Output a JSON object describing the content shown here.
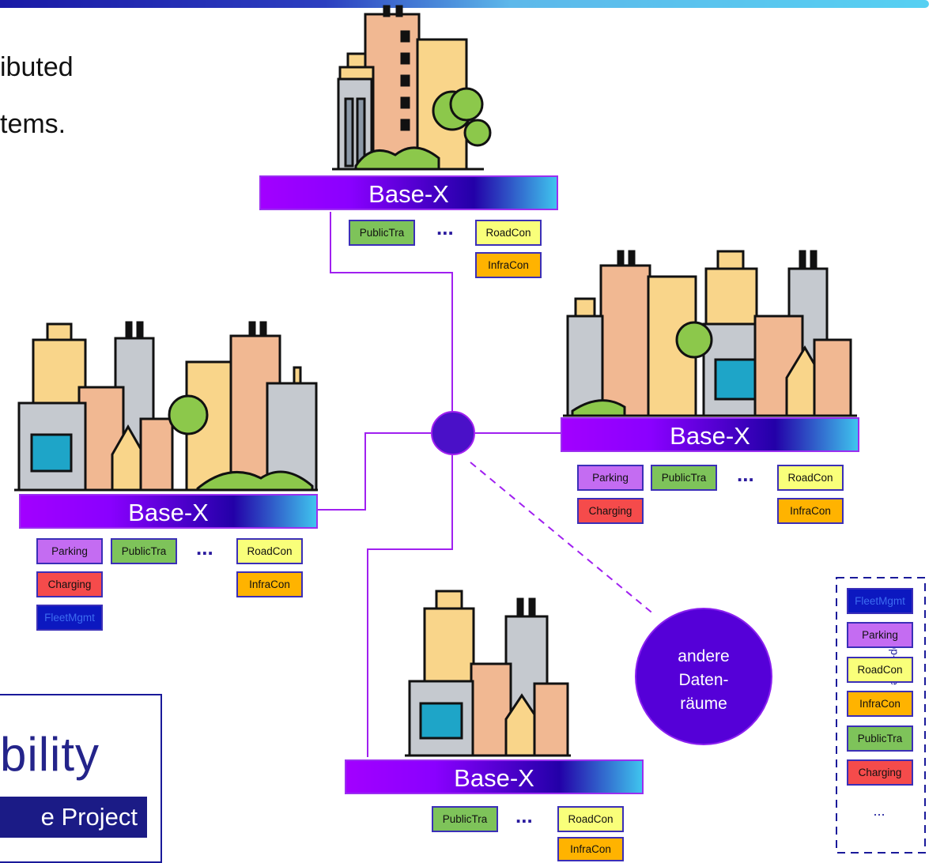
{
  "slide": {
    "text_line1": "ibuted",
    "text_line2": "tems."
  },
  "nodes": [
    {
      "label": "Base-X",
      "apps": [
        "PublicTra",
        "RoadCon",
        "InfraCon"
      ],
      "ellipsis": "..."
    },
    {
      "label": "Base-X",
      "apps": [
        "Parking",
        "PublicTra",
        "RoadCon",
        "Charging",
        "InfraCon"
      ],
      "ellipsis": "..."
    },
    {
      "label": "Base-X",
      "apps": [
        "Parking",
        "PublicTra",
        "RoadCon",
        "Charging",
        "InfraCon",
        "FleetMgmt"
      ],
      "ellipsis": "..."
    },
    {
      "label": "Base-X",
      "apps": [
        "PublicTra",
        "RoadCon",
        "InfraCon"
      ],
      "ellipsis": "..."
    }
  ],
  "other_spaces": {
    "line1": "andere",
    "line2": "Daten-",
    "line3": "räume"
  },
  "app_store": {
    "title": "App-Store",
    "items": [
      "FleetMgmt",
      "Parking",
      "RoadCon",
      "InfraCon",
      "PublicTra",
      "Charging"
    ],
    "more": "..."
  },
  "logo": {
    "word": "bility",
    "tagline": "e Project"
  },
  "colors": {
    "line": "#a020f0",
    "hub": "#4a10c8",
    "circle": "#5500d8",
    "publictra": "#7ec35a",
    "parking": "#c46cf2",
    "roadcon": "#f9ff7a",
    "infracon": "#ffb300",
    "charging": "#f54b4b",
    "fleetmgmt": "#0c18c0"
  }
}
